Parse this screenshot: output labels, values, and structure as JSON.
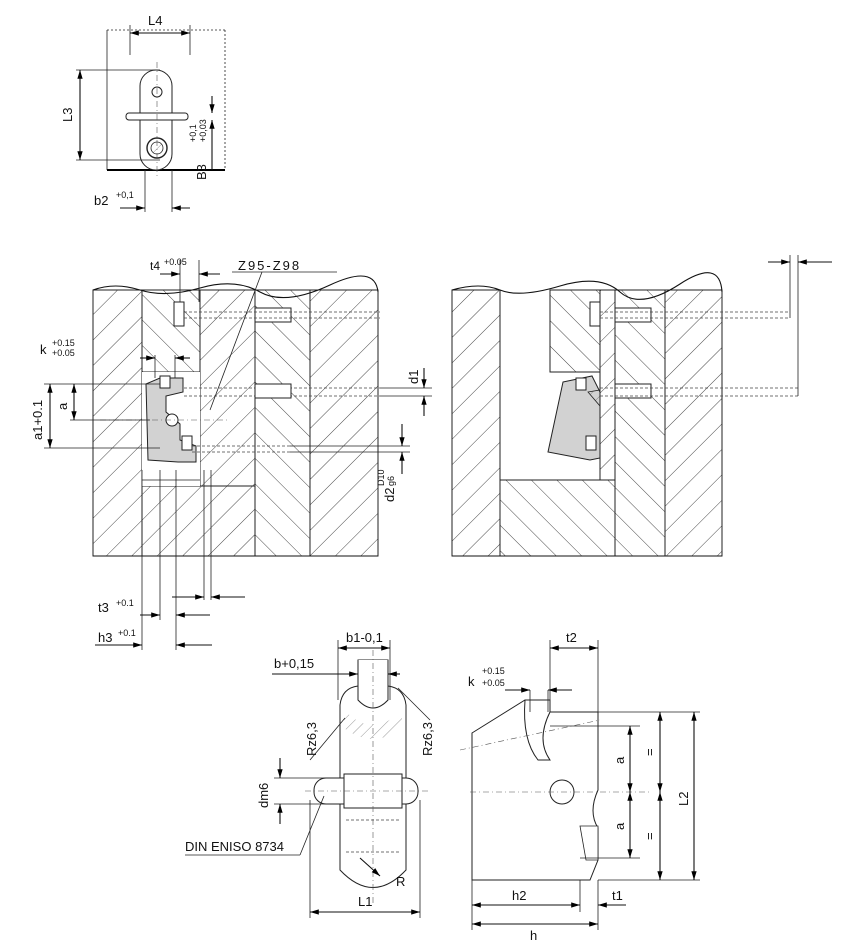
{
  "top_view": {
    "dims": [
      "L4",
      "L3",
      "B3",
      "+0,1",
      "+0,03",
      "b2",
      "+0,1"
    ]
  },
  "section": {
    "callout": "Z95-Z98",
    "t4": {
      "label": "t4",
      "tol": "+0.05"
    },
    "k": {
      "label": "k",
      "tol_upper": "+0.15",
      "tol_lower": "+0.05"
    },
    "a1": "a1+0.1",
    "a": "a",
    "d1": "d1",
    "d2": {
      "label": "d2",
      "fit1": "D10",
      "fit2": "g6"
    },
    "t3": {
      "label": "t3",
      "tol": "+0.1"
    },
    "h3": {
      "label": "h3",
      "tol": "+0.1"
    }
  },
  "front_detail": {
    "b1": "b1-0,1",
    "b": "b+0,15",
    "rz_left": "Rz6,3",
    "rz_right": "Rz6,3",
    "dm6": "dm6",
    "din": "DIN ENISO 8734",
    "R": "R",
    "L1": "L1"
  },
  "side_detail": {
    "t2": "t2",
    "k": {
      "label": "k",
      "tol_upper": "+0.15",
      "tol_lower": "+0.05"
    },
    "a_top": "a",
    "a_bottom": "a",
    "eq_top": "=",
    "eq_bottom": "=",
    "L2": "L2",
    "h2": "h2",
    "t1": "t1",
    "h": "h"
  }
}
